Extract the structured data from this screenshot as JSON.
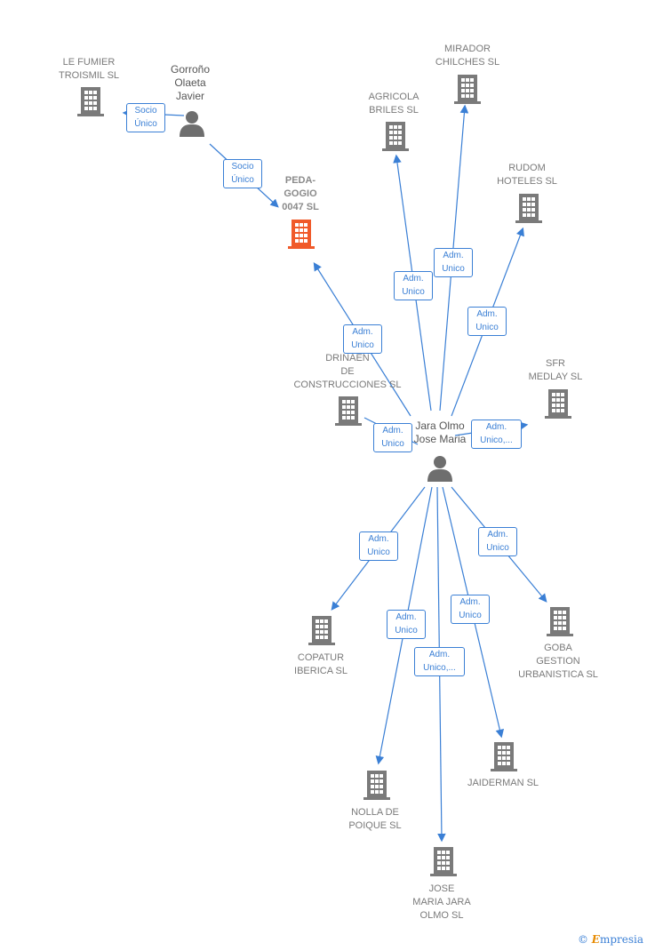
{
  "colors": {
    "edge": "#3a7fd5",
    "node": "#7a7a7a",
    "focus": "#f05a2a"
  },
  "people": {
    "gorrono": {
      "label": "Gorroño\nOlaeta\nJavier",
      "icon": "person-icon"
    },
    "jara": {
      "label": "Jara Olmo\nJose Maria",
      "icon": "person-icon"
    }
  },
  "companies": {
    "fumier": "LE FUMIER\nTROISMIL  SL",
    "pedagogio": "PEDA-\nGOGIO\n0047  SL",
    "mirador": "MIRADOR\nCHILCHES SL",
    "agricola": "AGRICOLA\nBRILES  SL",
    "rudom": "RUDOM\nHOTELES SL",
    "drinaen": "DRINAEN\nDE\nCONSTRUCCIONES SL",
    "sfr": "SFR\nMEDLAY  SL",
    "copatur": "COPATUR\nIBERICA SL",
    "goba": "GOBA\nGESTION\nURBANISTICA SL",
    "jaiderman": "JAIDERMAN SL",
    "nolla": "NOLLA DE\nPOIQUE SL",
    "josemaria": "JOSE\nMARIA JARA\nOLMO SL"
  },
  "edges": {
    "socio1": "Socio\nÚnico",
    "socio2": "Socio\nÚnico",
    "adm_pedagogio": "Adm.\nUnico",
    "adm_agricola": "Adm.\nUnico",
    "adm_mirador": "Adm.\nUnico",
    "adm_rudom": "Adm.\nUnico",
    "adm_drinaen": "Adm.\nUnico",
    "adm_sfr": "Adm.\nUnico,...",
    "adm_copatur": "Adm.\nUnico",
    "adm_goba": "Adm.\nUnico",
    "adm_nolla": "Adm.\nUnico",
    "adm_jaiderman": "Adm.\nUnico",
    "adm_josemaria": "Adm.\nUnico,..."
  },
  "watermark": {
    "symbol": "©",
    "initial": "E",
    "rest": "mpresia"
  }
}
